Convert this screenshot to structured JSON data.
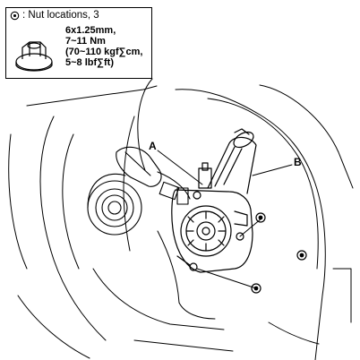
{
  "legend": {
    "label": ": Nut locations, 3",
    "icon": "nut-location-marker-icon"
  },
  "spec": {
    "line1": "6x1.25mm,",
    "line2": "7~11 Nm",
    "line3": "(70~110 kgf∑cm,",
    "line4": "5~8 lbf∑ft)"
  },
  "callouts": {
    "a": "A",
    "b": "B"
  },
  "nut_markers_count": 3
}
